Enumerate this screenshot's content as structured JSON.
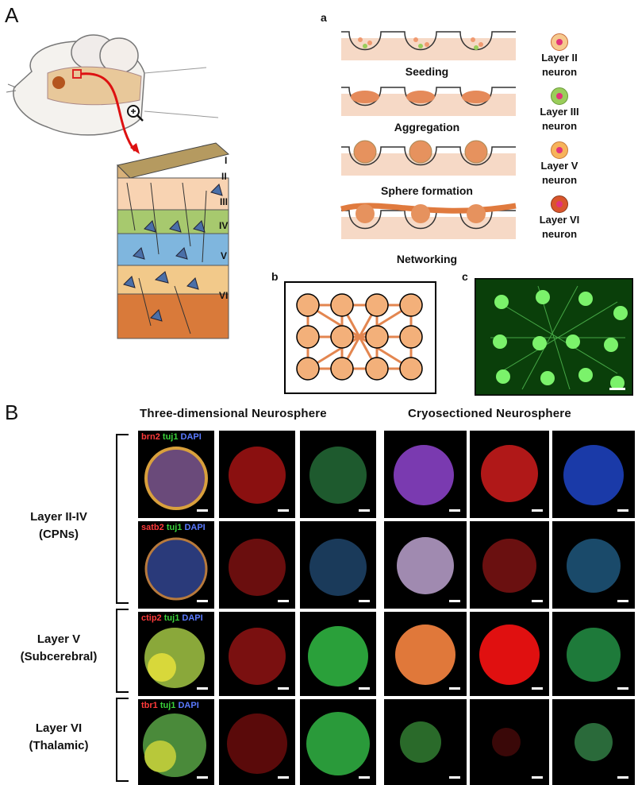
{
  "panel_A": {
    "letter": "A",
    "layers": [
      "I",
      "II",
      "III",
      "IV",
      "V",
      "VI"
    ]
  },
  "panel_a": {
    "letter": "a",
    "steps": [
      "Seeding",
      "Aggregation",
      "Sphere formation",
      "Networking"
    ],
    "legend": [
      {
        "label_1": "Layer II",
        "label_2": "neuron",
        "color": "#f6c98e",
        "core": "#e2327a"
      },
      {
        "label_1": "Layer III",
        "label_2": "neuron",
        "color": "#9acd5a",
        "core": "#e2327a"
      },
      {
        "label_1": "Layer V",
        "label_2": "neuron",
        "color": "#f7b35a",
        "core": "#e2327a"
      },
      {
        "label_1": "Layer VI",
        "label_2": "neuron",
        "color": "#d9552c",
        "core": "#e2327a"
      }
    ]
  },
  "panel_b": {
    "letter": "b"
  },
  "panel_c": {
    "letter": "c"
  },
  "panel_B": {
    "letter": "B",
    "col_head_left": "Three-dimensional Neurosphere",
    "col_head_right": "Cryosectioned Neurosphere",
    "groups": [
      {
        "line1": "Layer II-IV",
        "line2": "(CPNs)"
      },
      {
        "line1": "Layer V",
        "line2": "(Subcerebral)"
      },
      {
        "line1": "Layer VI",
        "line2": "(Thalamic)"
      }
    ],
    "rows": [
      {
        "marker": "brn2",
        "tuj": "tuj1",
        "dapi": "DAPI"
      },
      {
        "marker": "satb2",
        "tuj": "tuj1",
        "dapi": "DAPI"
      },
      {
        "marker": "ctip2",
        "tuj": "tuj1",
        "dapi": "DAPI"
      },
      {
        "marker": "tbr1",
        "tuj": "tuj1",
        "dapi": "DAPI"
      }
    ]
  }
}
